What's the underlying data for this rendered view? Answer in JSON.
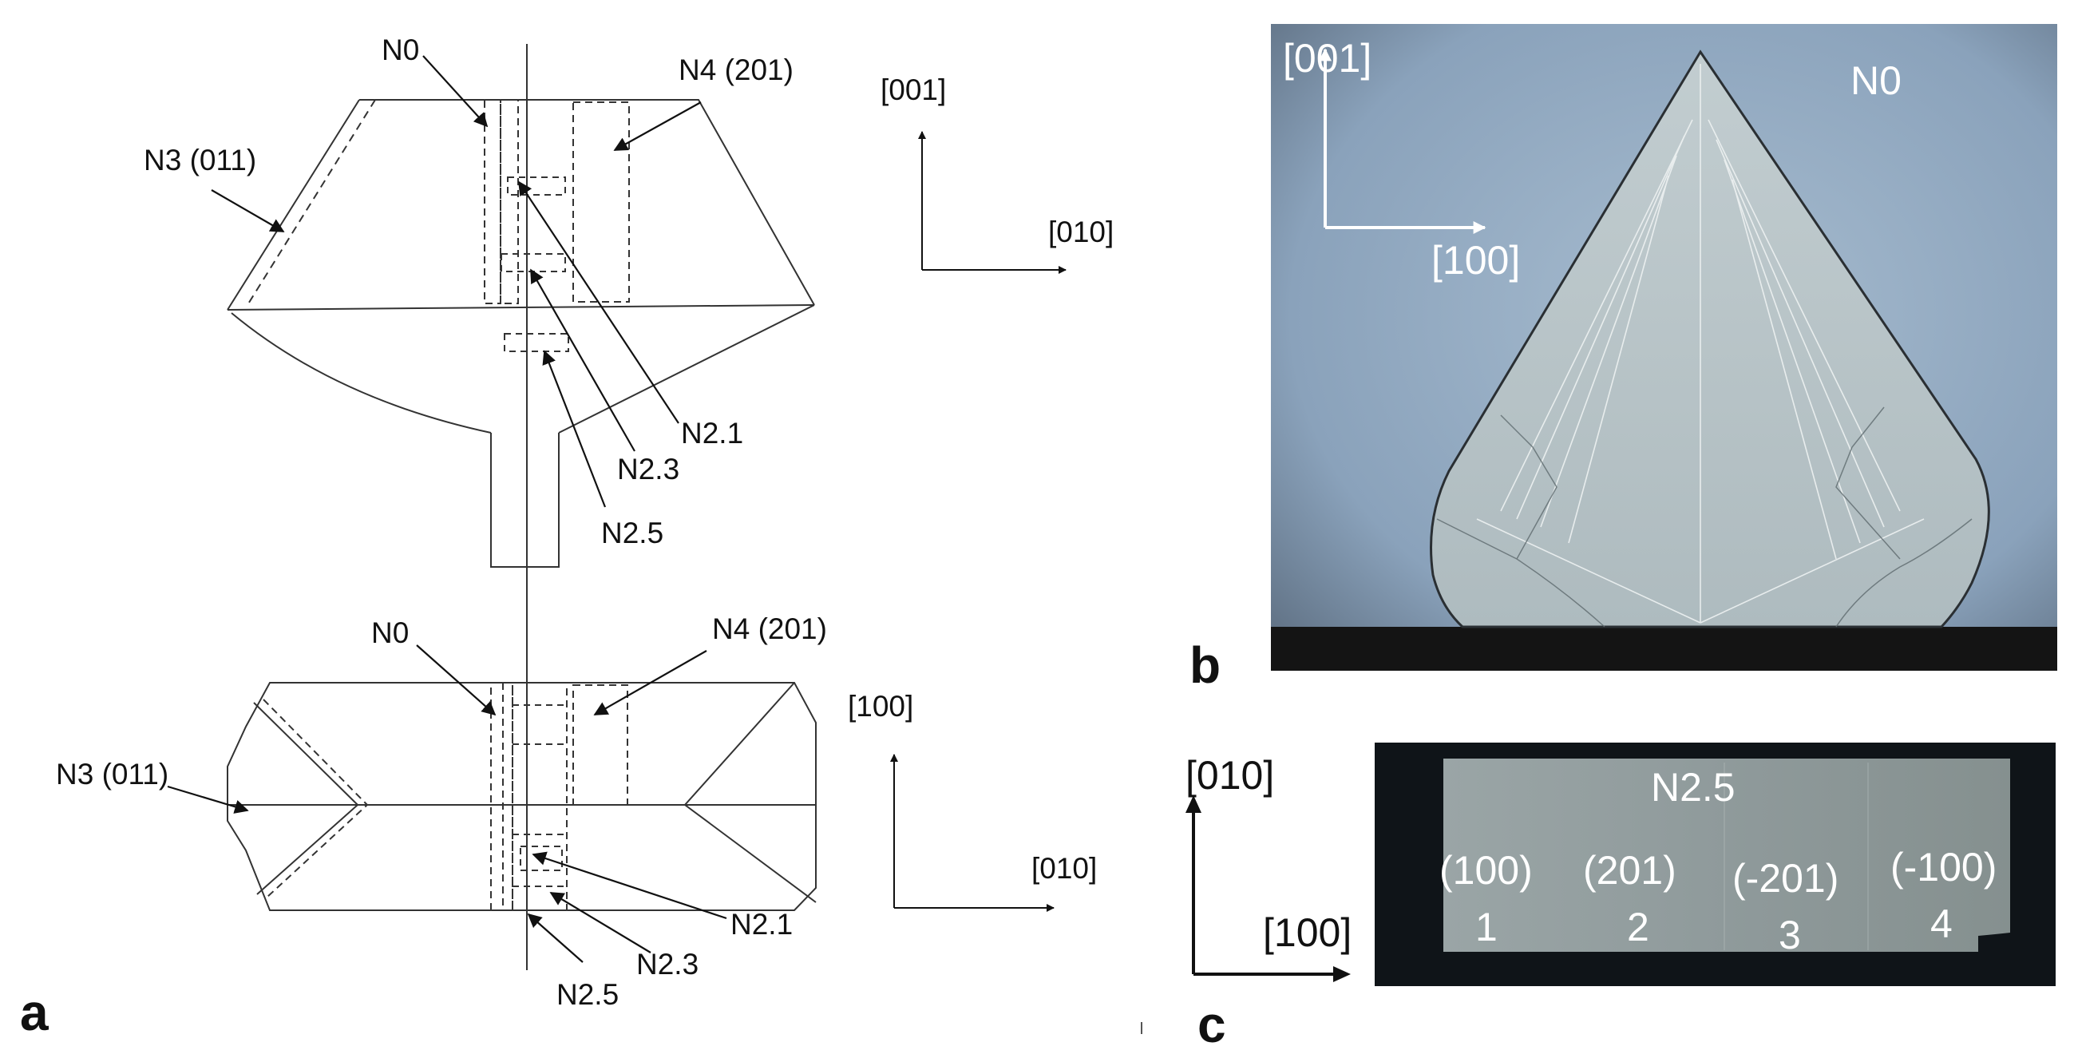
{
  "panel_a": {
    "letter": "a",
    "top": {
      "labels": {
        "n0": "N0",
        "n4": "N4 (201)",
        "n3": "N3 (011)",
        "n21": "N2.1",
        "n23": "N2.3",
        "n25": "N2.5"
      },
      "axes": {
        "vertical": "[001]",
        "horizontal": "[010]"
      }
    },
    "bottom": {
      "labels": {
        "n0": "N0",
        "n4": "N4 (201)",
        "n3": "N3 (011)",
        "n21": "N2.1",
        "n23": "N2.3",
        "n25": "N2.5"
      },
      "axes": {
        "vertical": "[100]",
        "horizontal": "[010]"
      }
    }
  },
  "panel_b": {
    "letter": "b",
    "sample_label": "N0",
    "axes": {
      "vertical": "[001]",
      "horizontal": "[100]"
    },
    "colors": {
      "background": "#8ea6bf",
      "crystal": "#b9c6c9",
      "shadow": "#141414"
    }
  },
  "panel_c": {
    "letter": "c",
    "sample_label": "N2.5",
    "axes": {
      "vertical": "[010]",
      "horizontal": "[100]"
    },
    "faces": [
      {
        "plane": "(100)",
        "index": "1"
      },
      {
        "plane": "(201)",
        "index": "2"
      },
      {
        "plane": "(-201)",
        "index": "3"
      },
      {
        "plane": "(-100)",
        "index": "4"
      }
    ],
    "colors": {
      "frame": "#0f1418",
      "sample": "#8e9a9a"
    }
  }
}
